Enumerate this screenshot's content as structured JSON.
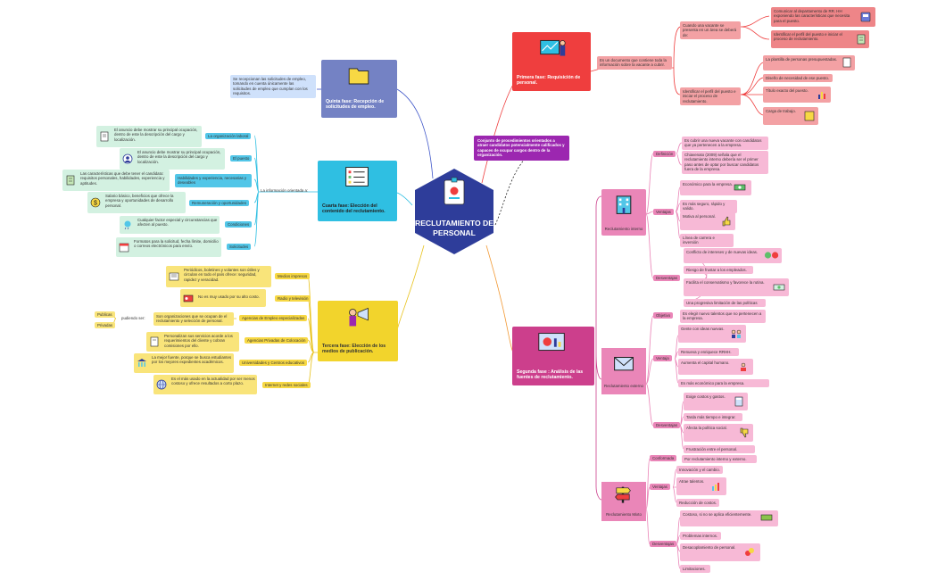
{
  "center": {
    "title": "RECLUTAMIENTO DE PERSONAL"
  },
  "definition": {
    "text": "Conjunto de procedimientos orientados a atraer candidatos potencialmente calificados y capaces de ocupar cargos dentro de la organización."
  },
  "fase1": {
    "title": "Primera fase: Requisición de personal.",
    "desc": "Es un documento que contiene toda la información sobre la vacante a cubrir.",
    "b1": "Cuando una vacante se presenta en un área se deberá de:",
    "b1_items": [
      "Comunicar al departamento de RR. HH exponiendo las características que necesita para el puesto.",
      "Identificar el perfil del puesto e iniciar el proceso de reclutamiento."
    ],
    "b2": "Identificar el perfil del puesto e iniciar el proceso de reclutamiento.",
    "b2_items": [
      "La plantilla de personas presupuestadas.",
      "Diseño de necesidad de ese puesto.",
      "Título exacto del puesto.",
      "Carga de trabajo."
    ]
  },
  "fase2": {
    "title": "Segunda fase : Análisis de las fuentes de reclutamiento.",
    "interno": {
      "label": "Reclutamiento interno",
      "def_label": "Definición",
      "defs": [
        "Es cubrir una nueva vacante con candidatos que ya pertenecen a la empresa.",
        "Chiavenato (2009) señala que el reclutamiento interno debería ser el primer paso antes de optar por buscar candidatos fuera de la empresa."
      ],
      "ventajas_label": "Ventajas",
      "ventajas": [
        "Económico para la empresa.",
        "Es más seguro, rápido y valido.",
        "Motiva al personal.",
        "Línea de carrera e inversión"
      ],
      "desv_label": "Desventajas",
      "desv": [
        "Conflicto de intereses y de nuevas ideas.",
        "Riesgo de frustar a los empleados.",
        "Facilita el conservatismo y favorece la rutina.",
        "Una progresiva limitación de las políticas"
      ]
    },
    "externo": {
      "label": "Reclutamiento externo",
      "obj_label": "Objetivo",
      "obj": "Es elegir nuevo talentos que no pertenecen a la empresa.",
      "ventajas_label": "Ventaja",
      "ventajas": [
        "Gente con ideas nuevas.",
        "Renueva y enriquece RRHH.",
        "Aumenta el capital humano.",
        "Es más económico para la empresa."
      ],
      "desv_label": "Desventajas",
      "desv": [
        "Exige costos y gastos.",
        "Tarda más tiempo e integrar.",
        "Afecta la política social.",
        "Frustración entre el personal."
      ]
    },
    "mixto": {
      "label": "Reclutamiento Mixto",
      "conf_label": "Conformada",
      "conf": "Por reclutamiento interno y externo.",
      "ventajas_label": "Ventajas",
      "ventajas": [
        "Innovación y el cambio.",
        "Atrae talentos.",
        "Reducción de costos."
      ],
      "desv_label": "Desventajas",
      "desv": [
        "Costoso, si no se aplica eficientemente.",
        "Problemas internos.",
        "Desacoplamiento de personal.",
        "Limitaciones."
      ]
    }
  },
  "fase3": {
    "title": "Tercera fase: Elección de los medios de publicación.",
    "items": [
      {
        "label": "Medios impresos",
        "desc": "Periódicos, boletines y volantes son útiles y circulan en todo el país ofrece: seguridad, rapidez y veracidad."
      },
      {
        "label": "Radio y televisión",
        "desc": "No es muy usado por su alto costo."
      },
      {
        "label": "Agencias de Empleo especializadas",
        "desc": "Son organizaciones que se ocupan de el reclutamiento y selección de personal."
      },
      {
        "label": "Agencias Privadas de Colocación",
        "desc": "Personalizan sus servicios acorde a los requerimientos del cliente y cobran comisiones por ello."
      },
      {
        "label": "Universidades y Centros educativos",
        "desc": "La mejor fuente, porque se busca estudiantes por los mejores expedientes académicos."
      },
      {
        "label": "Internet y redes sociales",
        "desc": "Es el más usado en la actualidad por ser menos costoso y ofrece resultados a corto plazo."
      }
    ],
    "pueden_ser": "pudiendo ser:",
    "publicas": "Publicas",
    "privadas": "Privadas"
  },
  "fase4": {
    "title": "Cuarta fase: Elección del contenido del reclutamiento.",
    "orient": "La información orientada a:",
    "items": [
      {
        "label": "La organización laboral",
        "desc": "El anuncio debe mostrar su principal ocupación, dentro de este la descripción del cargo y localización."
      },
      {
        "label": "El puesto",
        "desc": "El anuncio debe mostrar su principal ocupación, dentro de este la descripción del cargo y localización."
      },
      {
        "label": "Habilidades y experiencia, necesarias y deseables",
        "desc": "Las características que debe tener el candidato: requisitos personales, habilidades, experiencia y aptitudes."
      },
      {
        "label": "Remuneración y oportunidades",
        "desc": "Salario básico, beneficios que ofrece la empresa y oportunidades de desarrollo personal."
      },
      {
        "label": "Condiciones",
        "desc": "Cualquier factor especial y circunstancias que afecten al puesto."
      },
      {
        "label": "Solicitudes",
        "desc": "Formatos para la solicitud, fecha límite, domicilio o correos electrónicos para envío."
      }
    ]
  },
  "fase5": {
    "title": "Quinta fase: Recepción de solicitudes de empleo.",
    "desc": "Se recepcionan las solicitudes de empleo, tomando en cuenta únicamente las solicitudes de empleo que cumplan con los requisitos."
  },
  "colors": {
    "center": "#2e3d9a",
    "fase1": "#ef3e3e",
    "fase2": "#cc3f8c",
    "fase3": "#f2d42c",
    "fase4": "#2fbfe2",
    "fase5": "#7482c4",
    "definition": "#9c27b0"
  }
}
